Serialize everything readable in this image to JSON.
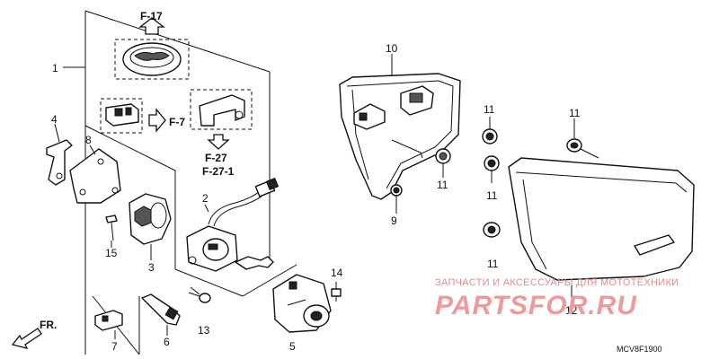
{
  "callouts": {
    "c1": "1",
    "c2": "2",
    "c3": "3",
    "c4": "4",
    "c5": "5",
    "c6": "6",
    "c7": "7",
    "c8": "8",
    "c9": "9",
    "c10": "10",
    "c11a": "11",
    "c11b": "11",
    "c11c": "11",
    "c11d": "11",
    "c11e": "11",
    "c12": "12",
    "c13": "13",
    "c14": "14",
    "c15": "15"
  },
  "refs": {
    "f17": "F-17",
    "f7": "F-7",
    "f27": "F-27",
    "f271": "F-27-1"
  },
  "front_label": "FR.",
  "diagram_code": "MCV8F1900",
  "watermark": {
    "line1": "ЗАПЧАСТИ И АКСЕССУАРЫ ДЛЯ МОТОТЕХНИКИ",
    "line2": "PARTSFOR.RU"
  },
  "colors": {
    "ink": "#111111",
    "watermark": "#ef9a9a",
    "background": "#ffffff"
  }
}
